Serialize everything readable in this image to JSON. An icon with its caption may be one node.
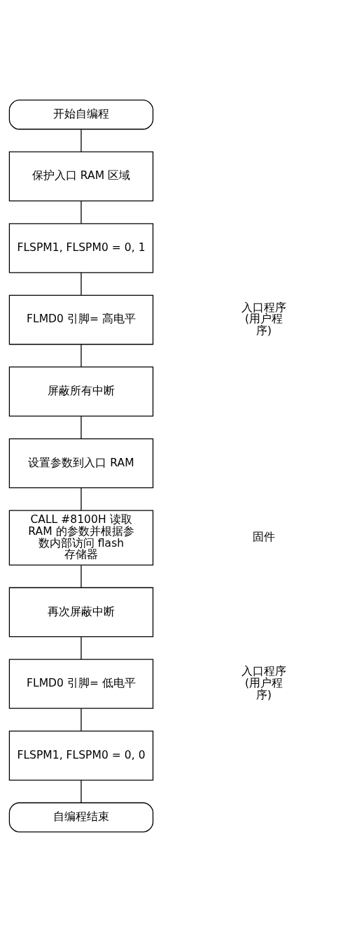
{
  "diagram": {
    "nodes": [
      {
        "text": [
          "开始自编程"
        ]
      },
      {
        "text": [
          "保护入口 RAM 区域"
        ]
      },
      {
        "text": [
          "FLSPM1, FLSPM0 = 0, 1"
        ]
      },
      {
        "text": [
          "FLMD0 引脚= 高电平"
        ]
      },
      {
        "text": [
          "屏蔽所有中断"
        ]
      },
      {
        "text": [
          "设置参数到入口 RAM"
        ]
      },
      {
        "text": [
          "CALL #8100H 读取 RAM 的参数并根据参数内部访问 flash 存储器"
        ]
      },
      {
        "text": [
          "再次屏蔽中断"
        ]
      },
      {
        "text": [
          "FLMD0 引脚= 低电平"
        ]
      },
      {
        "text": [
          "FLSPM1, FLSPM0 = 0, 0"
        ]
      },
      {
        "text": [
          "自编程结束"
        ]
      }
    ],
    "edges": [
      {
        "from": 0,
        "to": 1,
        "arrow": "none"
      },
      {
        "from": 1,
        "to": 2,
        "arrow": "none"
      },
      {
        "from": 2,
        "to": 3,
        "arrow": "none"
      },
      {
        "from": 3,
        "to": 4,
        "arrow": "none"
      },
      {
        "from": 4,
        "to": 5,
        "arrow": "none"
      },
      {
        "from": 5,
        "to": 6,
        "arrow": "none"
      },
      {
        "from": 6,
        "to": 7,
        "arrow": "none"
      },
      {
        "from": 7,
        "to": 8,
        "arrow": "none"
      },
      {
        "from": 8,
        "to": 9,
        "arrow": "none"
      },
      {
        "from": 9,
        "to": 10,
        "arrow": "none"
      }
    ],
    "labels": [
      "入口程序 (用户程序)",
      "固件",
      "入口程序 (用户程序)"
    ]
  }
}
